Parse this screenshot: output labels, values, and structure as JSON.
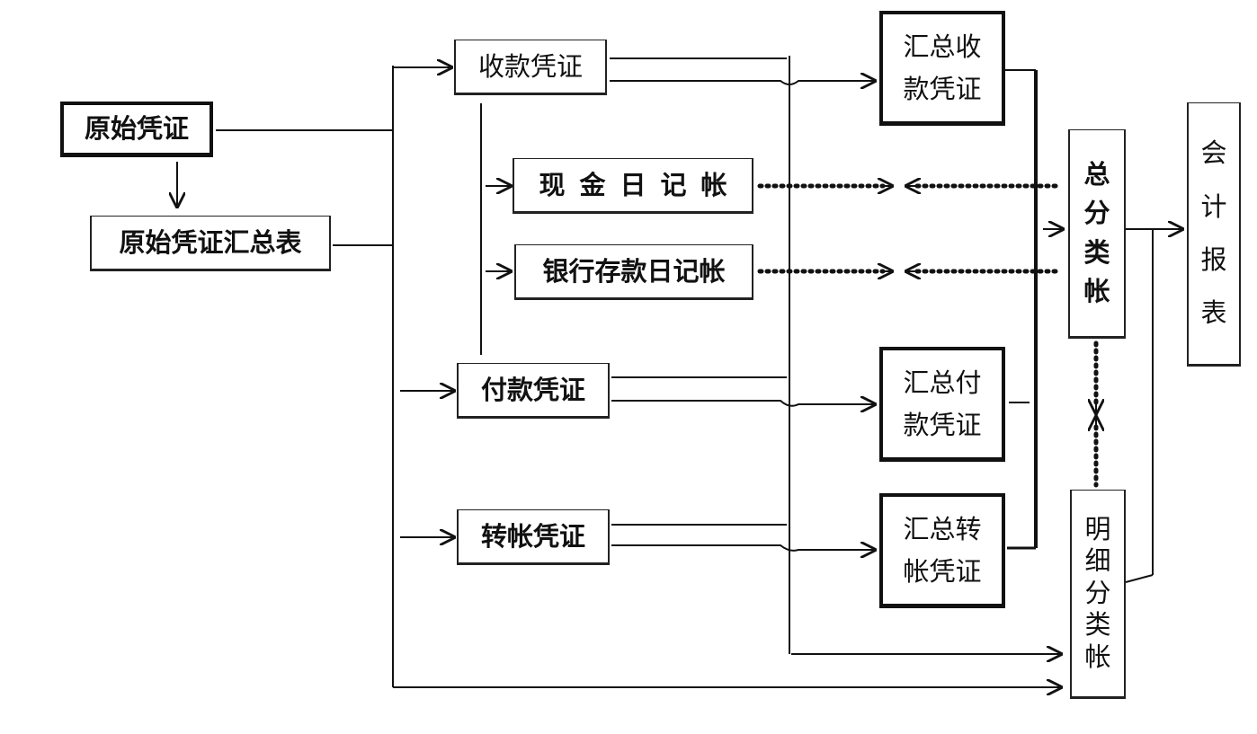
{
  "nodes": {
    "original_voucher": "原始凭证",
    "original_voucher_summary": "原始凭证汇总表",
    "receipt_voucher": "收款凭证",
    "cash_journal": "现金日记帐",
    "bank_journal": "银行存款日记帐",
    "payment_voucher": "付款凭证",
    "transfer_voucher": "转帐凭证",
    "summary_receipt_voucher": [
      "汇总收",
      "款凭证"
    ],
    "summary_payment_voucher": [
      "汇总付",
      "款凭证"
    ],
    "summary_transfer_voucher": [
      "汇总转",
      "帐凭证"
    ],
    "general_ledger": [
      "总",
      "分",
      "类",
      "帐"
    ],
    "subsidiary_ledger": [
      "明",
      "细",
      "分",
      "类",
      "帐"
    ],
    "accounting_report": [
      "会",
      "计",
      "报",
      "表"
    ]
  }
}
